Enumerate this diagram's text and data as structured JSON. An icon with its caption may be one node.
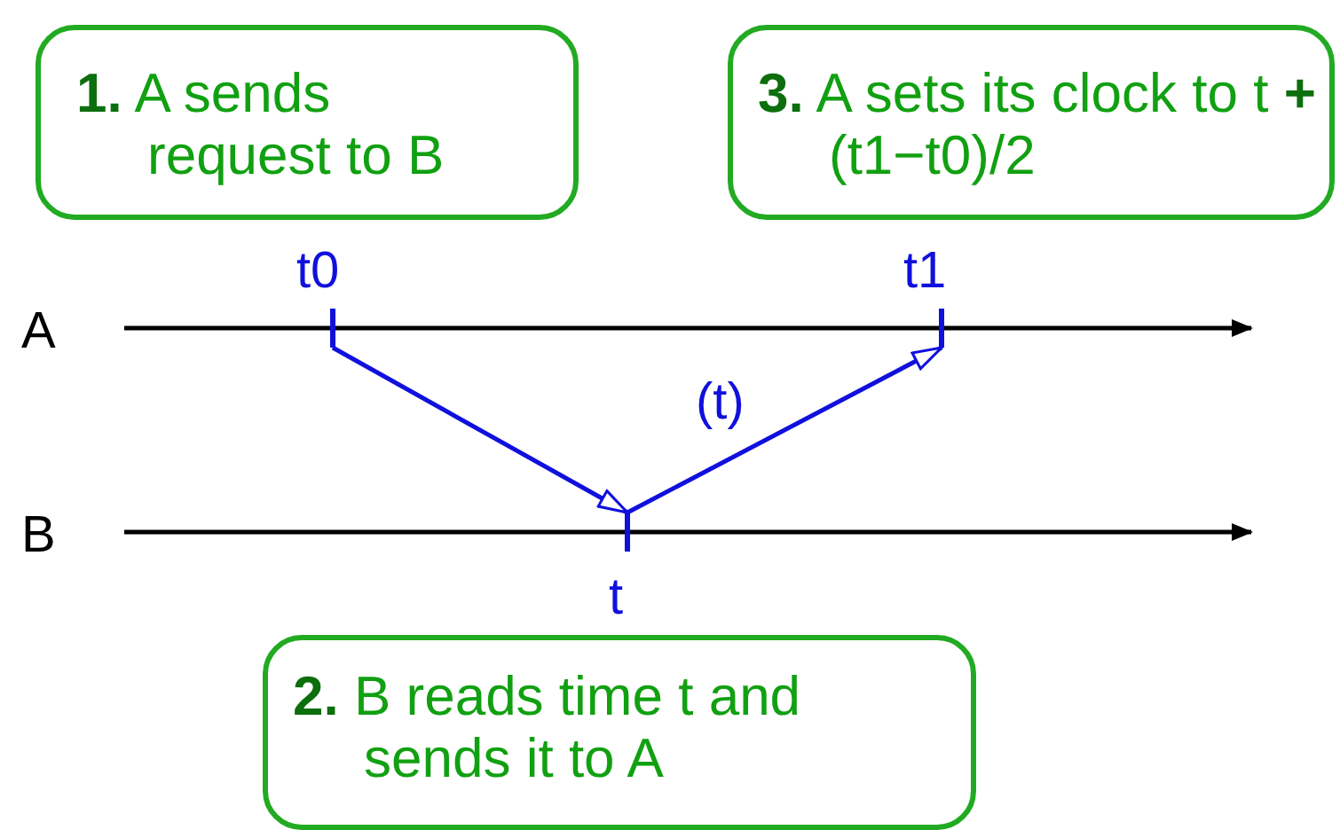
{
  "diagram": {
    "nodes": [
      {
        "text": [
          "**1.** A sends request to B"
        ]
      },
      {
        "text": [
          "**3.** A sets its clock to t **+** (t1−t0)/2"
        ]
      },
      {
        "text": [],
        "shape": "bar",
        "beside": [
          "t0"
        ]
      },
      {
        "text": [],
        "shape": "bar",
        "beside": [
          "t1"
        ]
      },
      {
        "text": [],
        "shape": "bar",
        "beside": [
          "t"
        ]
      },
      {
        "text": [
          "**2.** B reads time t and sends it to A"
        ]
      }
    ],
    "edges": [
      {
        "from": 2,
        "to": 4,
        "arrow": "to"
      },
      {
        "from": 4,
        "to": 3,
        "arrow": "to",
        "label": "(t)"
      }
    ],
    "labels": [
      "A",
      "B"
    ]
  }
}
